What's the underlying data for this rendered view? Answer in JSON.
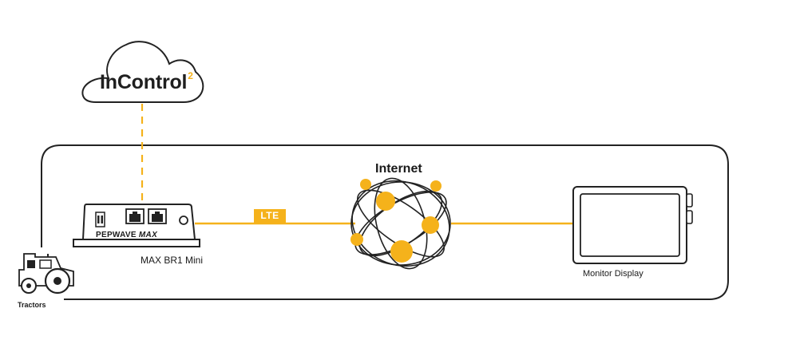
{
  "cloud": {
    "brand": "InControl",
    "superscript": "2"
  },
  "internet": {
    "label": "Internet"
  },
  "link": {
    "label": "LTE"
  },
  "router": {
    "label": "MAX BR1 Mini",
    "brand_text": "PEPWAVE",
    "brand_model": "MAX"
  },
  "monitor": {
    "label": "Monitor Display"
  },
  "tractor": {
    "label": "Tractors"
  },
  "colors": {
    "accent": "#F5B21B",
    "line": "#222222"
  }
}
